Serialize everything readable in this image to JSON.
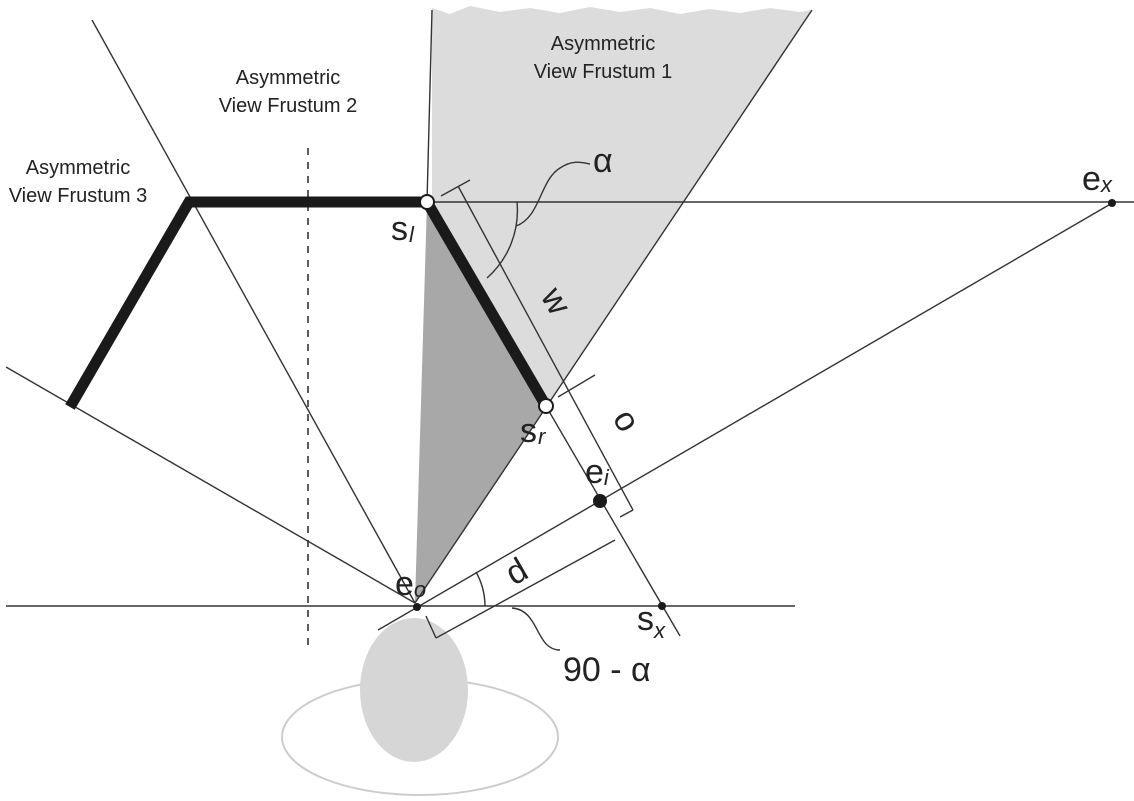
{
  "frustum_labels": {
    "f1_line1": "Asymmetric",
    "f1_line2": "View Frustum 1",
    "f2_line1": "Asymmetric",
    "f2_line2": "View Frustum 2",
    "f3_line1": "Asymmetric",
    "f3_line2": "View Frustum 3"
  },
  "points": {
    "sl_base": "s",
    "sl_sub": "l",
    "sr_base": "s",
    "sr_sub": "r",
    "ei_base": "e",
    "ei_sub": "i",
    "eo_base": "e",
    "eo_sub": "o",
    "ex_base": "e",
    "ex_sub": "x",
    "sx_base": "s",
    "sx_sub": "x"
  },
  "measures": {
    "alpha": "α",
    "w": "w",
    "o": "o",
    "d": "d",
    "complement": "90 - α"
  },
  "colors": {
    "frustum_light": "#dcdcdc",
    "frustum_dark": "#a8a8a8",
    "screen": "#1a1a1a",
    "line": "#333333",
    "head": "#d6d6d6"
  }
}
